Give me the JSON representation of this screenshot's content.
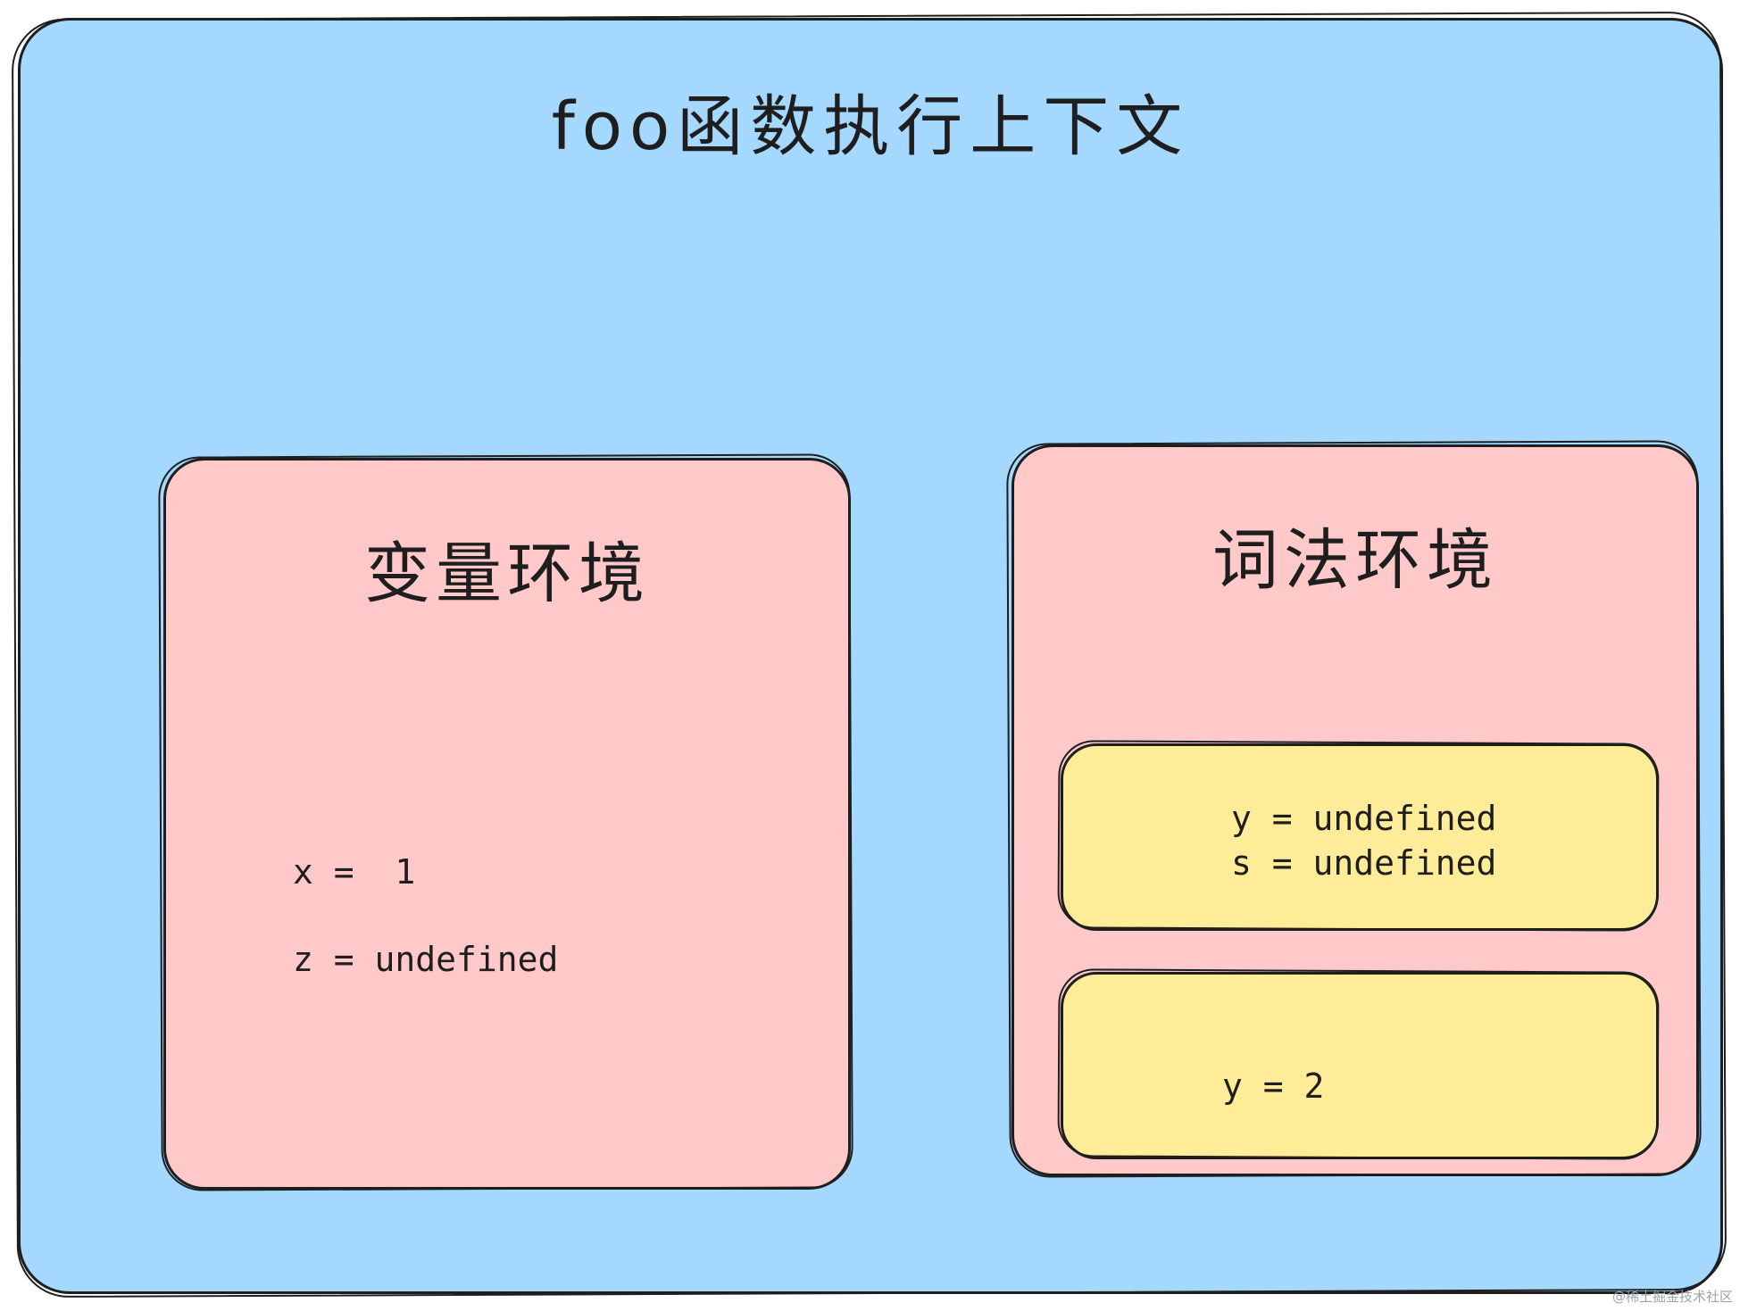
{
  "outer": {
    "title": "foo函数执行上下文",
    "fill_color": "#a5d8ff"
  },
  "variable_environment": {
    "title": "变量环境",
    "fill_color": "#ffc9c9",
    "lines": [
      "x =  1",
      "z = undefined"
    ]
  },
  "lexical_environment": {
    "title": "词法环境",
    "fill_color": "#ffc9c9",
    "blocks": [
      {
        "fill_color": "#ffec99",
        "lines": [
          "y = undefined",
          "s = undefined"
        ]
      },
      {
        "fill_color": "#ffec99",
        "lines": [
          "y = 2"
        ]
      }
    ]
  },
  "watermark": "@稀土掘金技术社区"
}
